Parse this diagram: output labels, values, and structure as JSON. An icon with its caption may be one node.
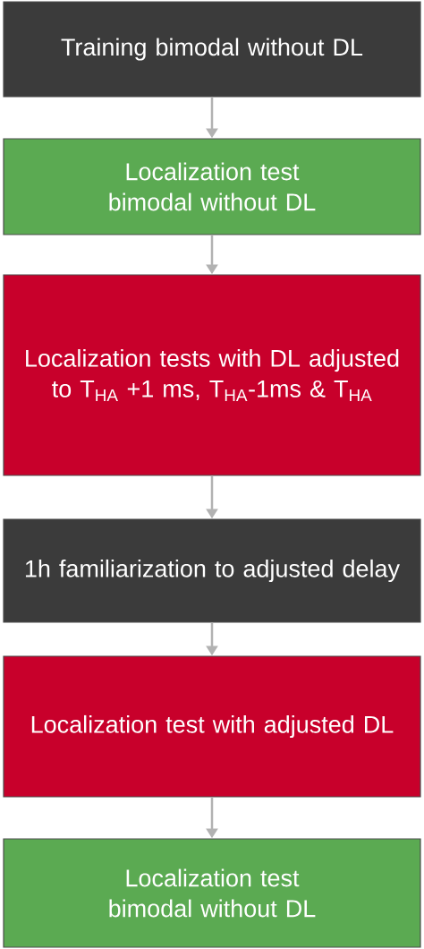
{
  "diagram": {
    "nodes": [
      {
        "text": [
          "Training bimodal without DL"
        ]
      },
      {
        "text": [
          "Localization test bimodal without DL"
        ]
      },
      {
        "text": [
          "Localization tests with DL adjusted to T$_{HA}$ +1 ms, T$_{HA}$-1ms & T$_{HA}$"
        ]
      },
      {
        "text": [
          "1h familiarization to adjusted delay"
        ]
      },
      {
        "text": [
          "Localization test with adjusted DL"
        ]
      },
      {
        "text": [
          "Localization test bimodal without DL"
        ]
      }
    ],
    "edges": [
      {
        "from": 0,
        "to": 1,
        "arrow": "to"
      },
      {
        "from": 1,
        "to": 2,
        "arrow": "to"
      },
      {
        "from": 2,
        "to": 3,
        "arrow": "to"
      },
      {
        "from": 3,
        "to": 4,
        "arrow": "to"
      },
      {
        "from": 4,
        "to": 5,
        "arrow": "to"
      }
    ]
  }
}
